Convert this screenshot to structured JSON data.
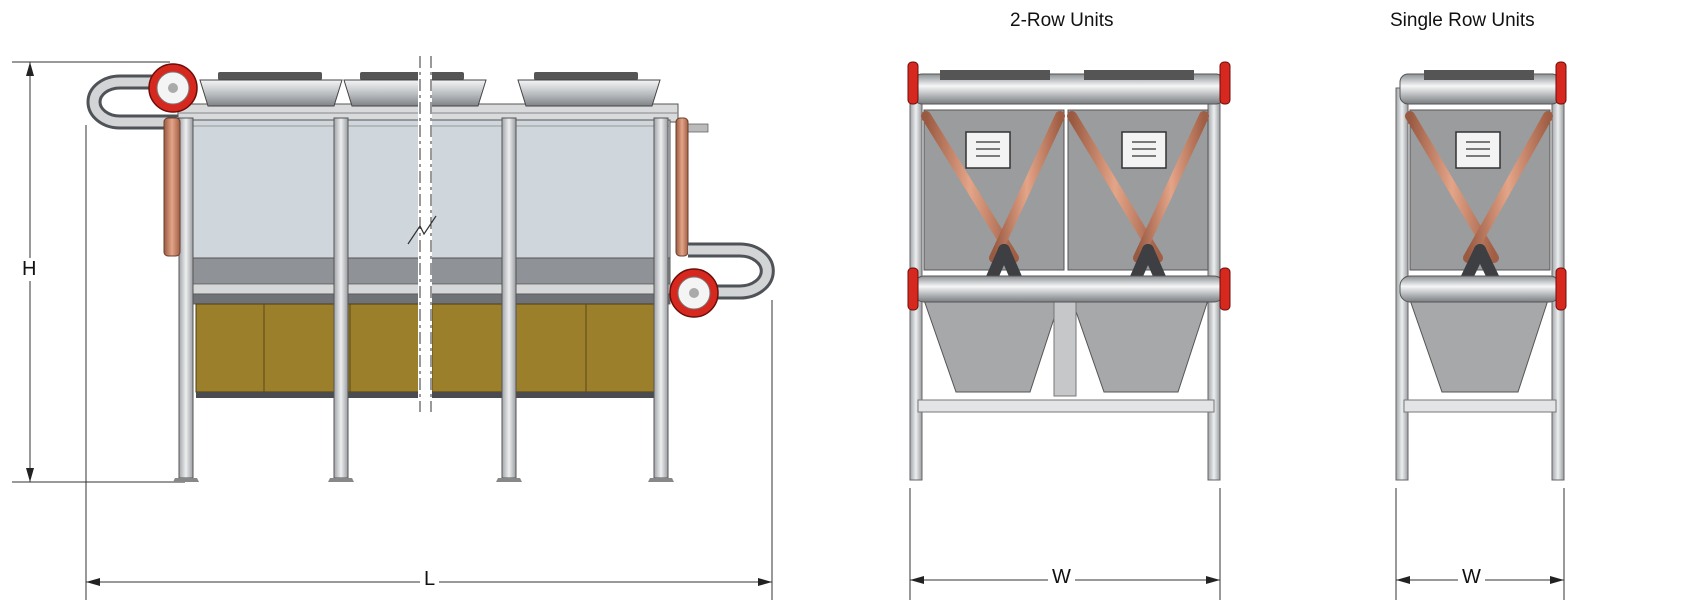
{
  "titles": {
    "two_row": "2-Row Units",
    "single_row": "Single Row Units"
  },
  "dimensions": {
    "height": "H",
    "length": "L",
    "width_two_row": "W",
    "width_single_row": "W"
  },
  "colors": {
    "panel": "#cfd6dc",
    "frame": "#d4d6d8",
    "media": "#9c7f2a",
    "fan_flange": "#d7281f",
    "copper_pipe": "#c7795a",
    "housing_gray": "#9a9c9e"
  }
}
